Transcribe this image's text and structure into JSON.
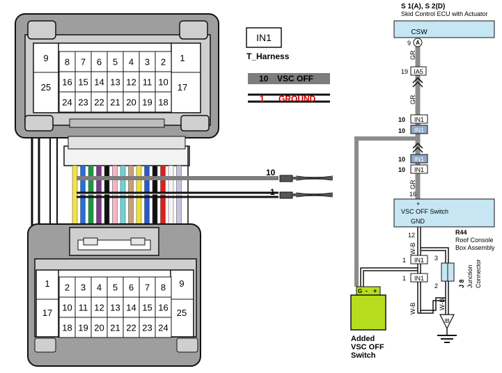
{
  "connector_top": {
    "row1": [
      "8",
      "7",
      "6",
      "5",
      "4",
      "3",
      "2"
    ],
    "row2": [
      "16",
      "15",
      "14",
      "13",
      "12",
      "11",
      "10"
    ],
    "row3": [
      "24",
      "23",
      "22",
      "21",
      "20",
      "19",
      "18"
    ],
    "left_big_top": "9",
    "left_big_bottom": "25",
    "right_big": "1",
    "right_big_bottom": "17"
  },
  "connector_bottom": {
    "row1": [
      "2",
      "3",
      "4",
      "5",
      "6",
      "7",
      "8"
    ],
    "row2": [
      "10",
      "11",
      "12",
      "13",
      "14",
      "15",
      "16"
    ],
    "row3": [
      "18",
      "19",
      "20",
      "21",
      "22",
      "23",
      "24"
    ],
    "left_big_top": "1",
    "left_big_bottom": "17",
    "right_big_top": "9",
    "right_big_bottom": "25"
  },
  "legend": {
    "connector_label": "IN1",
    "harness_name": "T_Harness",
    "wire1_pin": "10",
    "wire1_text": "VSC OFF",
    "wire2_pin": "1",
    "wire2_text": "GROUND"
  },
  "harness_pins": {
    "upper": "10",
    "lower": "1"
  },
  "schematic": {
    "ecu_title": "S 1(A), S 2(D)",
    "ecu_subtitle": "Skid Control ECU with Actuator",
    "ecu_terminal": "CSW",
    "pin_a": "A",
    "pin9": "9",
    "gr1": "GR",
    "pin19": "19",
    "ia5": "IA5",
    "gr2": "GR",
    "c1_pin_top": "10",
    "c1_label_top": "IN1",
    "c1_pin_bottom": "10",
    "c1_label_bottom": "IN1",
    "c2_pin_top": "10",
    "c2_label_top": "IN1",
    "c2_pin_bottom": "10",
    "c2_label_bottom": "IN1",
    "gr3": "GR",
    "pin16": "16",
    "plus": "+",
    "switch_label": "VSC OFF Switch",
    "gnd_label": "GND",
    "pin12": "12",
    "wb1": "W-B",
    "r44": "R44",
    "r44_name_1": "Roof Console",
    "r44_name_2": "Box Assembly",
    "c3_pin_top": "1",
    "c3_label_top": "IN1",
    "c3_pin_bottom": "1",
    "c3_label_bottom": "IN1",
    "j_pin3": "3",
    "j_pin2": "2",
    "j_id": "J 8",
    "j_name_1": "Junction",
    "j_name_2": "Connector",
    "wb2": "W-B",
    "wb3": "W-B",
    "ground_label": "IB",
    "added_switch_g": "G",
    "added_switch_minus": "-",
    "added_switch_plus": "+",
    "added_1": "Added",
    "added_2": "VSC OFF",
    "added_3": "Switch"
  },
  "colors": {
    "schematic_box": "#c6e6f3",
    "wire_gray": "#8c8c8c",
    "ground_red": "#cc0000",
    "added_switch": "#b6dd1e",
    "connector_gray": "#a9a9a9"
  }
}
